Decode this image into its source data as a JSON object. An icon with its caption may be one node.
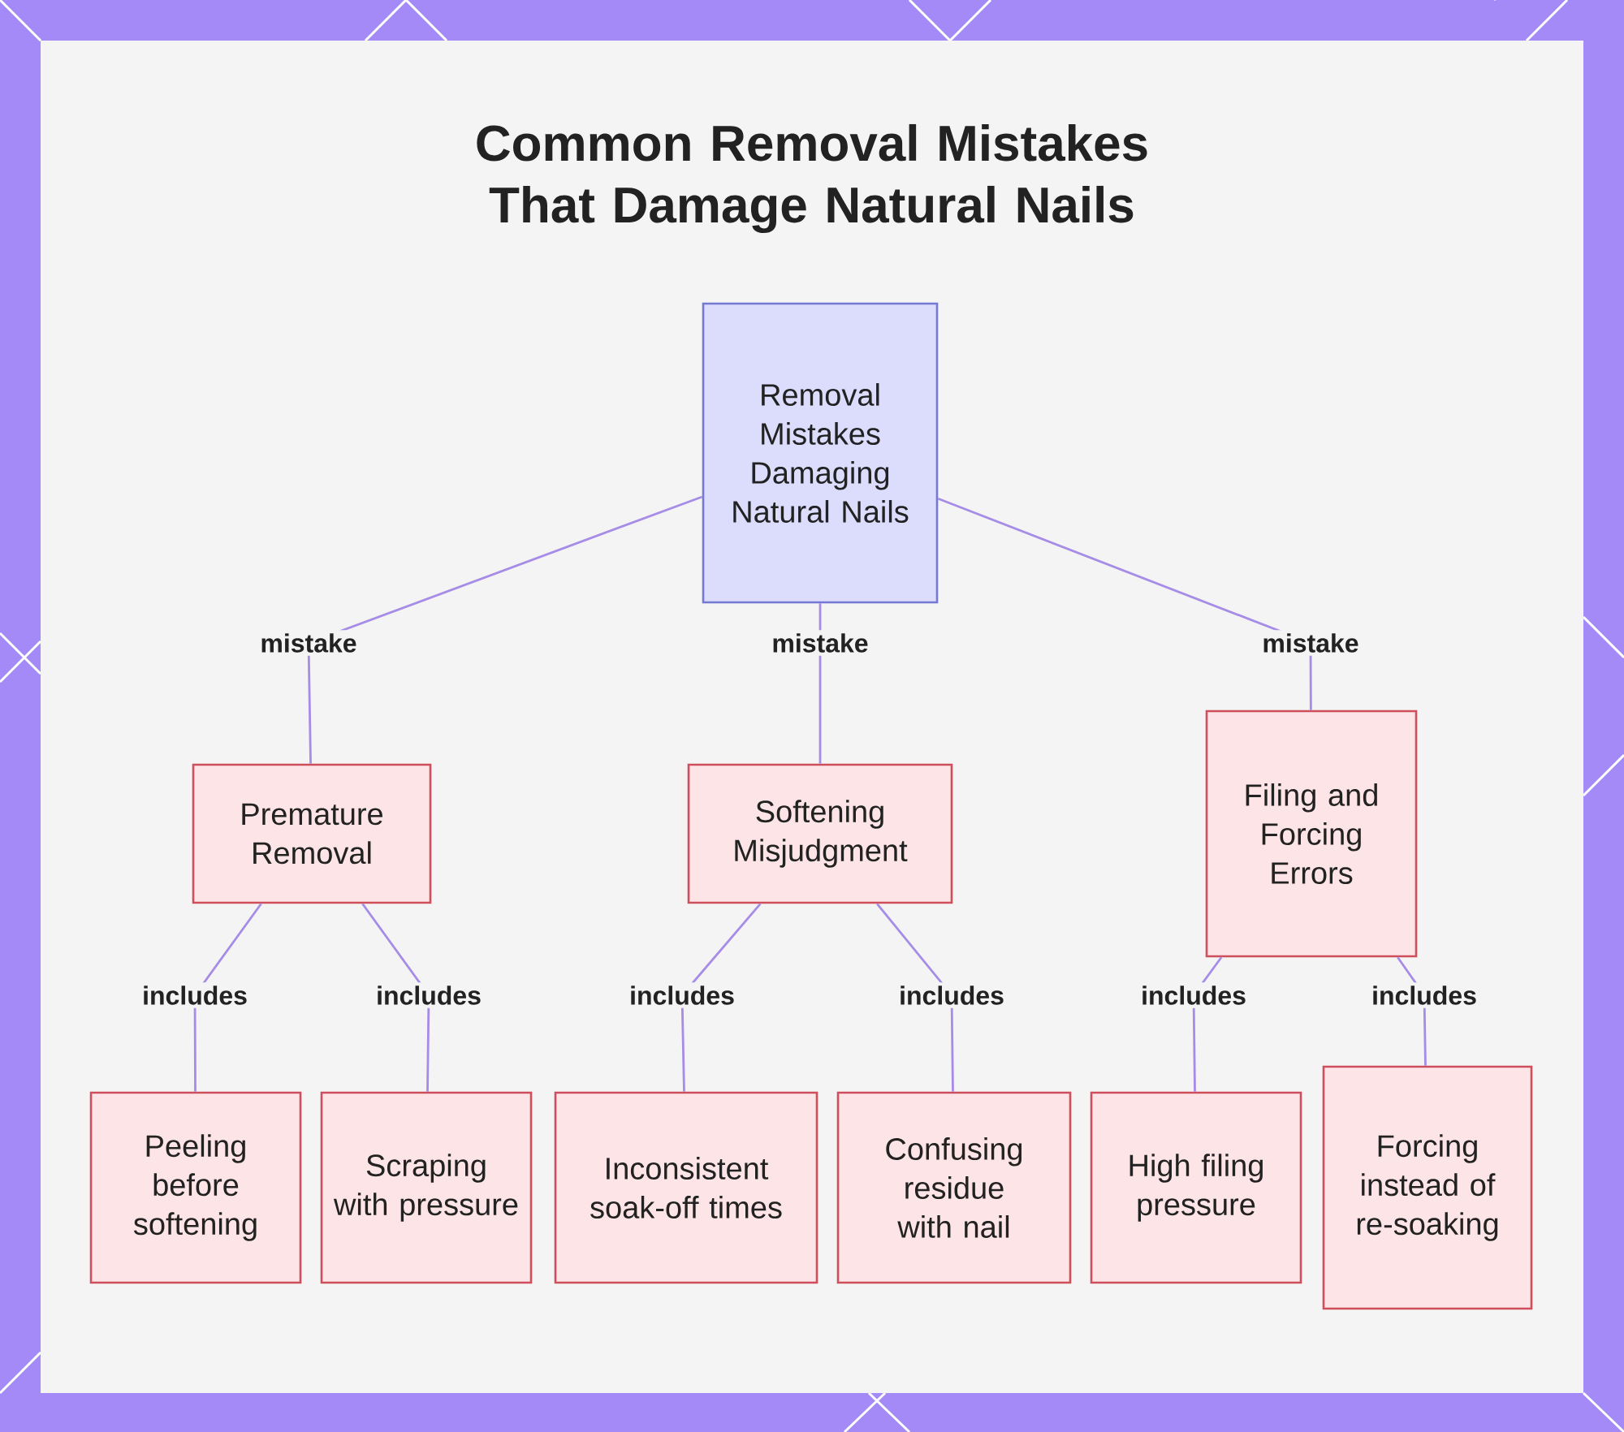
{
  "diagram": {
    "title": "Common Removal Mistakes That Damage Natural Nails",
    "nodes": [
      {
        "text": [
          "Removal Mistakes Damaging Natural Nails"
        ]
      },
      {
        "text": [
          "Premature Removal"
        ]
      },
      {
        "text": [
          "Softening Misjudgment"
        ]
      },
      {
        "text": [
          "Filing and Forcing Errors"
        ]
      },
      {
        "text": [
          "Peeling before softening"
        ]
      },
      {
        "text": [
          "Scraping with pressure"
        ]
      },
      {
        "text": [
          "Inconsistent soak-off times"
        ]
      },
      {
        "text": [
          "Confusing residue with nail"
        ]
      },
      {
        "text": [
          "High filing pressure"
        ]
      },
      {
        "text": [
          "Forcing instead of re-soaking"
        ]
      }
    ],
    "edges": [
      {
        "from": 0,
        "to": 1,
        "arrow": "none",
        "label": "mistake"
      },
      {
        "from": 0,
        "to": 2,
        "arrow": "none",
        "label": "mistake"
      },
      {
        "from": 0,
        "to": 3,
        "arrow": "none",
        "label": "mistake"
      },
      {
        "from": 1,
        "to": 4,
        "arrow": "none",
        "label": "includes"
      },
      {
        "from": 1,
        "to": 5,
        "arrow": "none",
        "label": "includes"
      },
      {
        "from": 2,
        "to": 6,
        "arrow": "none",
        "label": "includes"
      },
      {
        "from": 2,
        "to": 7,
        "arrow": "none",
        "label": "includes"
      },
      {
        "from": 3,
        "to": 8,
        "arrow": "none",
        "label": "includes"
      },
      {
        "from": 3,
        "to": 9,
        "arrow": "none",
        "label": "includes"
      }
    ]
  }
}
